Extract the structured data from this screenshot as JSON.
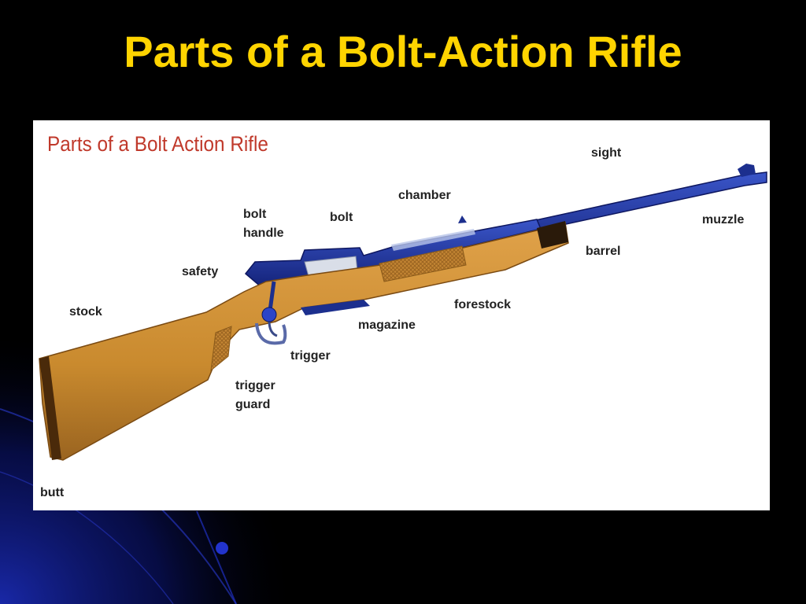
{
  "slide": {
    "title": "Parts of a Bolt-Action Rifle",
    "title_color": "#FFD400",
    "background_color": "#000000",
    "accent_color": "#1A2AB0"
  },
  "diagram": {
    "heading": "Parts of a Bolt Action Rifle",
    "heading_color": "#C0392B",
    "panel_color": "#FFFFFF",
    "wood_color": "#C98A2E",
    "metal_color": "#1C2F8E",
    "labels": {
      "sight": "sight",
      "chamber": "chamber",
      "bolt_handle_line1": "bolt",
      "bolt_handle_line2": "handle",
      "bolt": "bolt",
      "muzzle": "muzzle",
      "barrel": "barrel",
      "safety": "safety",
      "forestock": "forestock",
      "stock": "stock",
      "magazine": "magazine",
      "trigger": "trigger",
      "trigger_guard_line1": "trigger",
      "trigger_guard_line2": "guard",
      "butt": "butt"
    }
  }
}
